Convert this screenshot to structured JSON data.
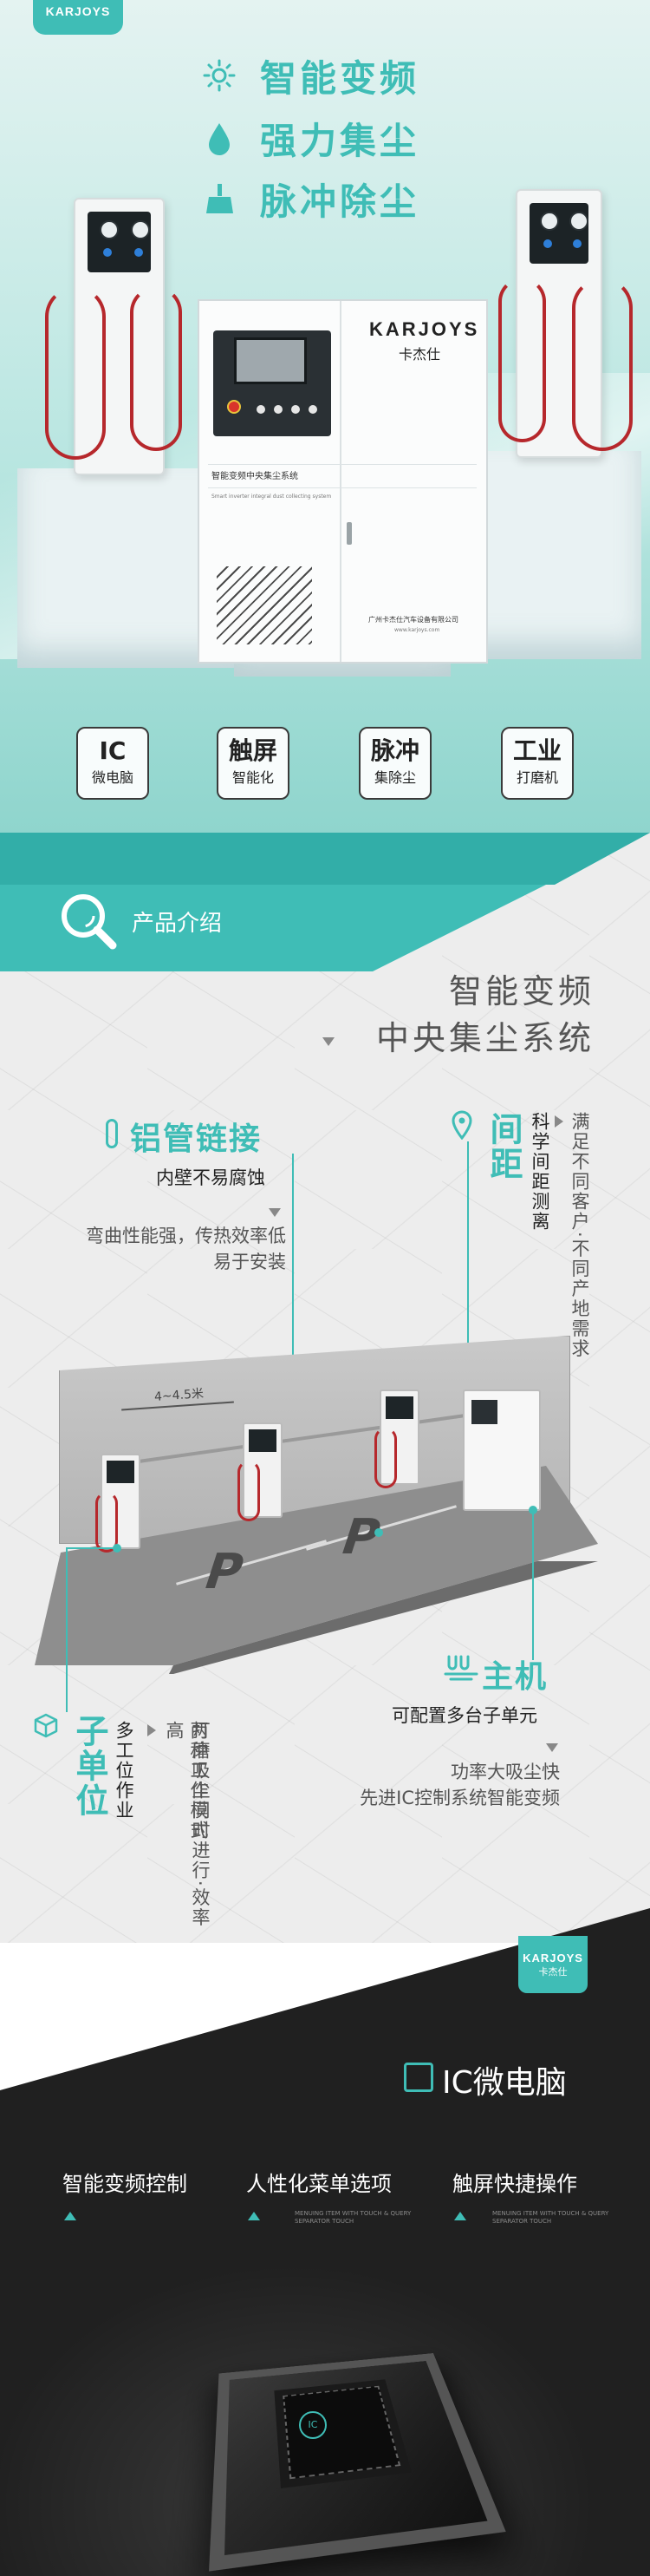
{
  "brand": {
    "logo_en": "KARJOYS",
    "logo_cn": "卡杰仕"
  },
  "hero": {
    "features": [
      {
        "icon": "gear-sun-icon",
        "label": "智能变频"
      },
      {
        "icon": "water-drop-icon",
        "label": "强力集尘"
      },
      {
        "icon": "brush-icon",
        "label": "脉冲除尘"
      }
    ],
    "main_unit": {
      "brand_en": "KARJOYS",
      "brand_cn": "卡杰仕",
      "label_cn": "智能变频中央集尘系统",
      "label_en": "Smart inverter integral dust collecting system",
      "company": "广州卡杰仕汽车设备有限公司",
      "website": "www.karjoys.com"
    },
    "feature_boxes": [
      {
        "title": "IC",
        "subtitle": "微电脑"
      },
      {
        "title": "触屏",
        "subtitle": "智能化"
      },
      {
        "title": "脉冲",
        "subtitle": "集除尘"
      },
      {
        "title": "工业",
        "subtitle": "打磨机"
      }
    ]
  },
  "intro": {
    "header": "产品介绍",
    "title_line1": "智能变频",
    "title_line2": "中央集尘系统",
    "aluminum": {
      "title": "铝管链接",
      "subtitle": "内壁不易腐蚀",
      "body_line1": "弯曲性能强，传热效率低",
      "body_line2": "易于安装"
    },
    "spacing": {
      "title": "间距",
      "subtitle": "科学间距测离",
      "body": "满足不同客户·不同产地需求"
    },
    "distance_label": "4~4.5米",
    "main_host": {
      "title": "主机",
      "subtitle": "可配置多台子单元",
      "body_line1": "功率大吸尘快",
      "body_line2": "先进IC控制系统智能变频"
    },
    "sub_unit": {
      "title": "子单位",
      "subtitle": "多工位作业",
      "body": "打磨吸尘同时进行·效率高",
      "body2": "两种工作模式"
    }
  },
  "ic_section": {
    "logo_en": "KARJOYS",
    "logo_cn": "卡杰仕",
    "title": "IC微电脑",
    "items": [
      {
        "label": "智能变频控制",
        "sub": ""
      },
      {
        "label": "人性化菜单选项",
        "sub": "MENUING ITEM WITH TOUCH & QUERY SEPARATOR TOUCH"
      },
      {
        "label": "触屏快捷操作",
        "sub": "MENUING ITEM WITH TOUCH & QUERY SEPARATOR TOUCH"
      }
    ],
    "chip_label": "IC"
  }
}
